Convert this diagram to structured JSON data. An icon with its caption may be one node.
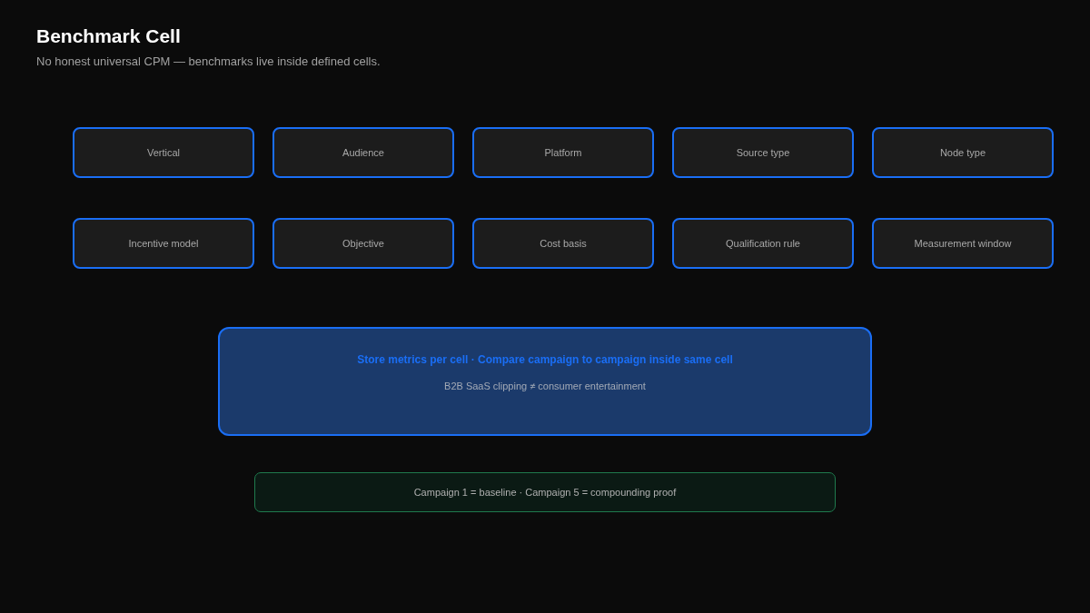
{
  "diagram": {
    "title": "Benchmark Cell",
    "nodes": [
      {
        "text": [
          "Vertical"
        ]
      },
      {
        "text": [
          "Audience"
        ]
      },
      {
        "text": [
          "Platform"
        ]
      },
      {
        "text": [
          "Source type"
        ]
      },
      {
        "text": [
          "Node type"
        ]
      },
      {
        "text": [
          "Incentive model"
        ]
      },
      {
        "text": [
          "Objective"
        ]
      },
      {
        "text": [
          "Cost basis"
        ]
      },
      {
        "text": [
          "Qualification rule"
        ]
      },
      {
        "text": [
          "Measurement window"
        ]
      },
      {
        "text": [
          "Store metrics per cell · Compare campaign to campaign inside same cell",
          "B2B SaaS clipping ≠ consumer entertainment"
        ]
      },
      {
        "text": [
          "Campaign 1 = baseline · Campaign 5 = compounding proof"
        ]
      }
    ],
    "labels": [
      "No honest universal CPM — benchmarks live inside defined cells."
    ]
  }
}
